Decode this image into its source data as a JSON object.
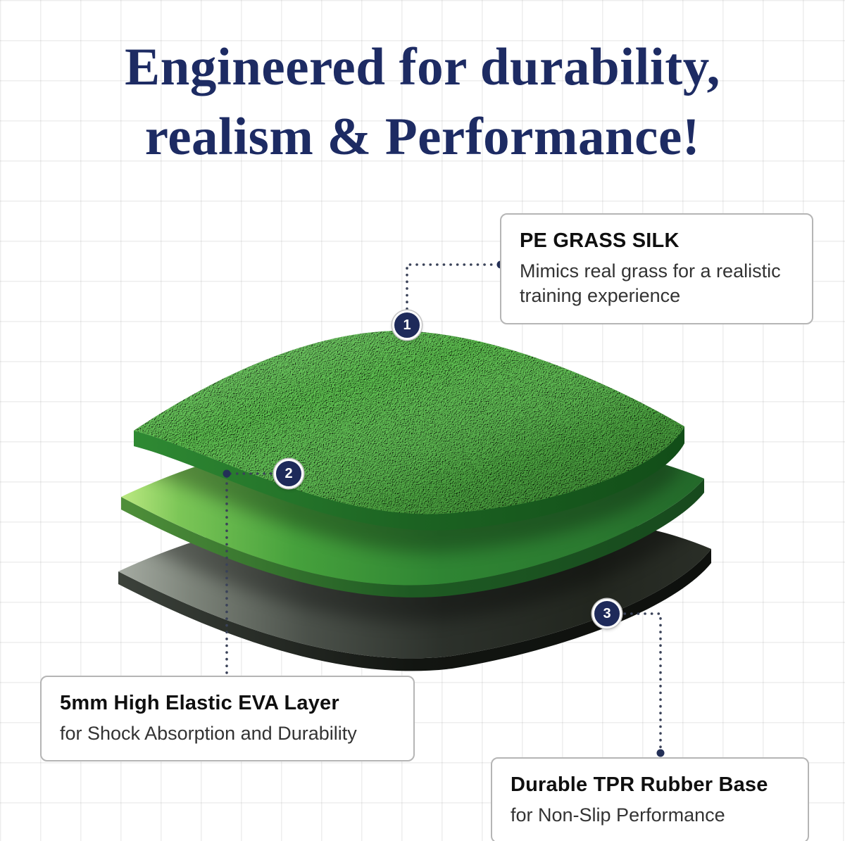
{
  "title": {
    "line1": "Engineered for durability,",
    "line2": "realism & Performance!"
  },
  "callouts": [
    {
      "badge": "1",
      "title": "PE GRASS SILK",
      "body": "Mimics real grass for a realistic training experience"
    },
    {
      "badge": "2",
      "title": "5mm High Elastic EVA Layer",
      "body": "for Shock Absorption and Durability"
    },
    {
      "badge": "3",
      "title": "Durable TPR Rubber Base",
      "body": "for Non-Slip Performance"
    }
  ],
  "layers": [
    {
      "name": "PE grass silk top layer",
      "color": "#2e8b31"
    },
    {
      "name": "EVA foam middle layer",
      "color": "#46a13c"
    },
    {
      "name": "TPR rubber base layer",
      "color": "#2c312b"
    }
  ],
  "colors": {
    "navy": "#1d2b63",
    "badge_navy": "#1e2a5a",
    "grass_green": "#2e8b31",
    "eva_green": "#46a13c",
    "rubber_dark": "#2c312b",
    "grid_line": "#eeeeee",
    "callout_border": "#b5b5b5"
  }
}
